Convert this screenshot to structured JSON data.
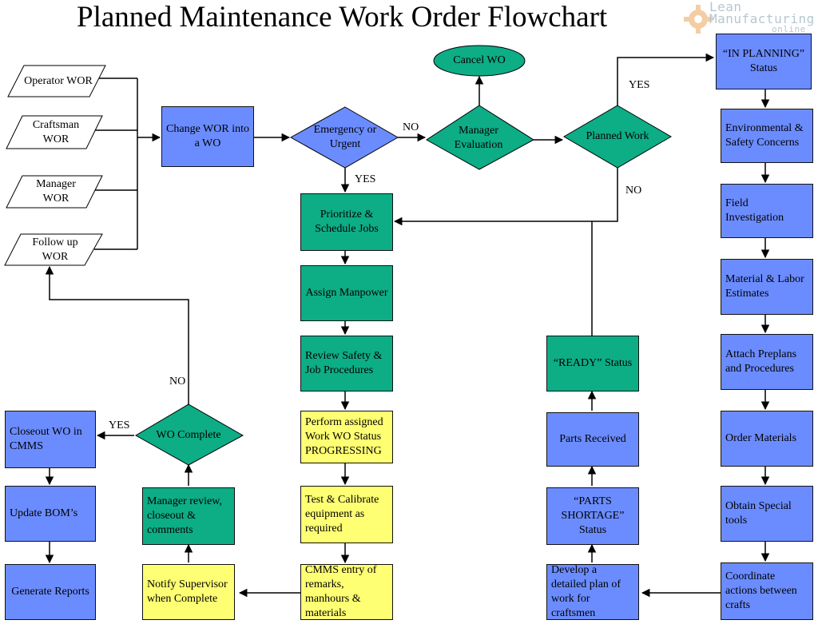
{
  "title": "Planned Maintenance Work Order Flowchart",
  "logo": {
    "line1": "Lean",
    "line2": "Manufacturing",
    "line3": "online",
    "icon": "gear-icon"
  },
  "colors": {
    "blue": "#6b8cff",
    "green": "#0dad86",
    "yellow": "#ffff73"
  },
  "inputs": {
    "operator": "Operator WOR",
    "craftsman": "Craftsman WOR",
    "manager": "Manager WOR",
    "followup": "Follow up WOR"
  },
  "boxes": {
    "change_wor": "Change WOR into a WO",
    "prioritize": "Prioritize & Schedule Jobs",
    "assign": "Assign Manpower",
    "review_safety": "Review Safety & Job Procedures",
    "perform": "Perform assigned Work  WO Status PROGRESSING",
    "test": "Test & Calibrate equipment as required",
    "cmms_entry": "CMMS entry of remarks, manhours & materials",
    "notify": "Notify Supervisor when Complete",
    "manager_review": "Manager review, closeout & comments",
    "closeout": "Closeout WO in CMMS",
    "update_bom": "Update BOM’s",
    "generate": "Generate Reports",
    "develop": "Develop a detailed plan of work for craftsmen",
    "parts_shortage": "“PARTS SHORTAGE” Status",
    "parts_received": "Parts Received",
    "ready": "“READY” Status",
    "in_planning": "“IN PLANNING” Status",
    "env_safety": "Environmental & Safety  Concerns",
    "field": "Field Investigation",
    "material_labor": "Material & Labor Estimates",
    "attach": "Attach Preplans and Procedures",
    "order": "Order Materials",
    "obtain": "Obtain Special tools",
    "coordinate": "Coordinate actions between crafts"
  },
  "decisions": {
    "emergency": "Emergency or Urgent",
    "manager_eval": "Manager Evaluation",
    "planned": "Planned Work",
    "wo_complete": "WO Complete"
  },
  "terminator": {
    "cancel": "Cancel WO"
  },
  "labels": {
    "no_emergency": "NO",
    "yes_emergency": "YES",
    "yes_planned": "YES",
    "no_planned": "NO",
    "no_complete": "NO",
    "yes_complete": "YES"
  }
}
